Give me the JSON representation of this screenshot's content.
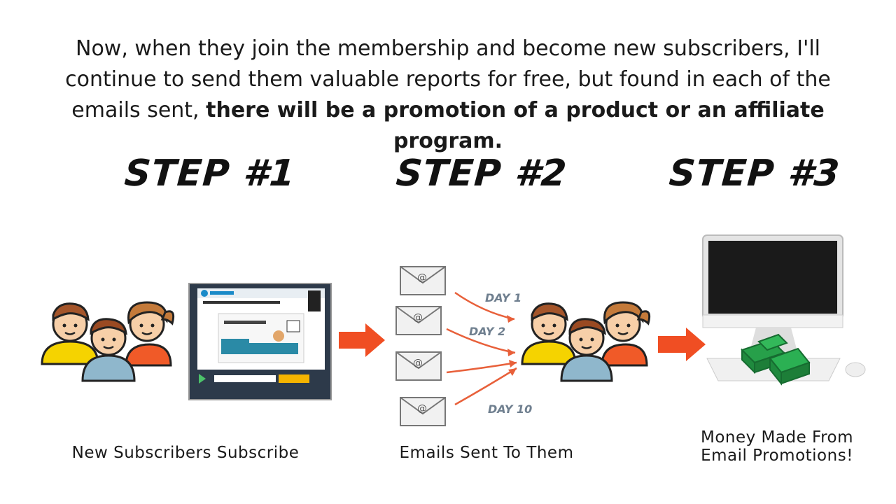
{
  "intro": {
    "line1": "Now, when they join the membership and become new subscribers, I'll",
    "line2": "continue to send them valuable reports for free, but found in each of the",
    "line3_plain": "emails sent, ",
    "line3_bold": "there will be a promotion of a product or an affiliate program."
  },
  "steps": [
    {
      "title": "STEP #1",
      "caption": "New Subscribers Subscribe"
    },
    {
      "title": "STEP #2",
      "caption": "Emails Sent To Them"
    },
    {
      "title": "STEP #3",
      "caption_line1": "Money Made From",
      "caption_line2": "Email Promotions!"
    }
  ],
  "days": {
    "d1": "DAY 1",
    "d2": "DAY 2",
    "d10": "DAY 10"
  },
  "email_symbol": "@",
  "colors": {
    "arrow": "#f04e23",
    "email_arrow": "#e8603a",
    "shirt_yellow": "#f5d300",
    "shirt_blue": "#8fb7cc",
    "shirt_orange": "#f05a28",
    "money_green": "#27a04a",
    "monitor_screen": "#1a1a1a"
  }
}
